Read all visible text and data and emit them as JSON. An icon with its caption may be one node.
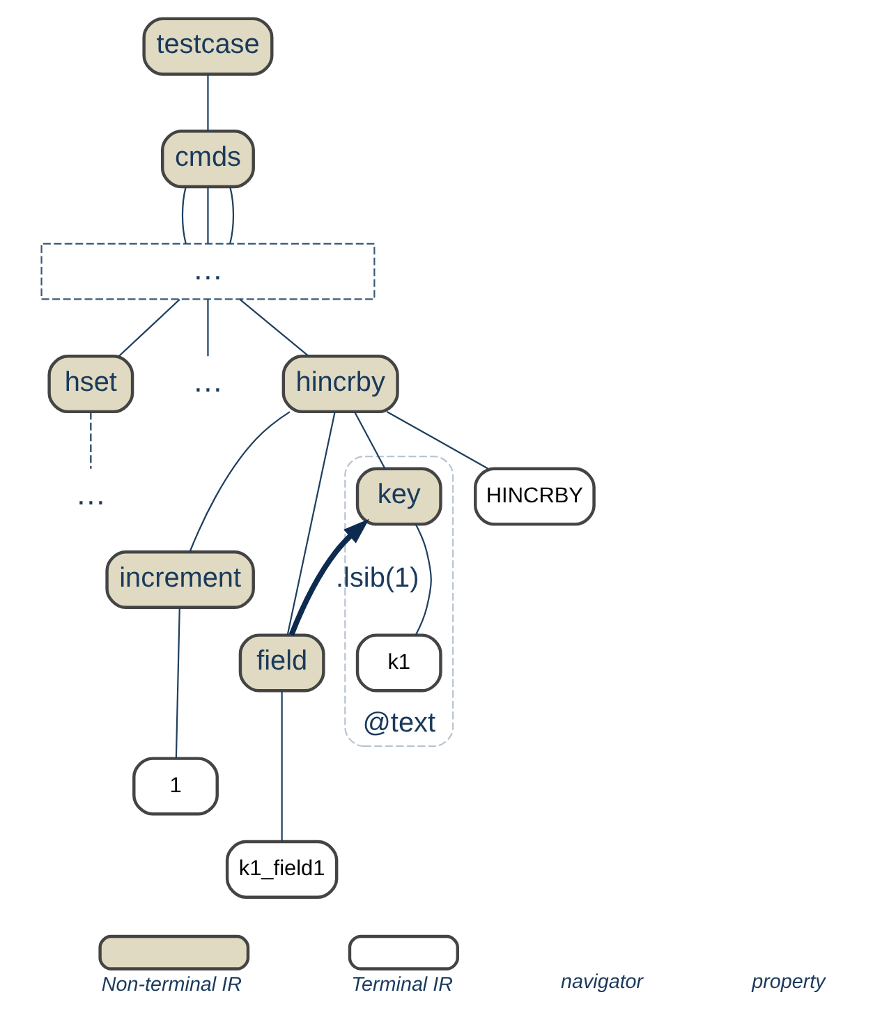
{
  "diagram": {
    "nodes": [
      {
        "text": [
          "testcase"
        ]
      },
      {
        "text": [
          "cmds"
        ]
      },
      {
        "text": [
          "…"
        ]
      },
      {
        "text": [
          "hset"
        ]
      },
      {
        "text": [
          "…"
        ]
      },
      {
        "text": [
          "hincrby"
        ]
      },
      {
        "text": [
          "…"
        ]
      },
      {
        "text": [
          "@text"
        ]
      },
      {
        "text": [
          "HINCRBY"
        ]
      },
      {
        "text": [
          "key"
        ],
        "in": 7
      },
      {
        "text": [
          "field"
        ]
      },
      {
        "text": [
          "increment"
        ]
      },
      {
        "text": [
          "k1"
        ],
        "in": 7
      },
      {
        "text": [
          "k1_field1"
        ]
      },
      {
        "text": [
          "1"
        ]
      }
    ],
    "edges": [
      {
        "from": 0,
        "to": 1,
        "arrow": "none"
      },
      {
        "from": 1,
        "to": 2,
        "arrow": "none"
      },
      {
        "from": 1,
        "to": 2,
        "arrow": "none"
      },
      {
        "from": 1,
        "to": 2,
        "arrow": "none"
      },
      {
        "from": 2,
        "to": 3,
        "arrow": "none"
      },
      {
        "from": 2,
        "to": 4,
        "arrow": "none"
      },
      {
        "from": 2,
        "to": 5,
        "arrow": "none"
      },
      {
        "from": 3,
        "to": 6,
        "arrow": "none",
        "style": "dashed"
      },
      {
        "from": 5,
        "to": 8,
        "arrow": "none"
      },
      {
        "from": 5,
        "to": 9,
        "arrow": "none"
      },
      {
        "from": 5,
        "to": 10,
        "arrow": "none"
      },
      {
        "from": 5,
        "to": 11,
        "arrow": "none"
      },
      {
        "from": 9,
        "to": 12,
        "arrow": "none"
      },
      {
        "from": 10,
        "to": 13,
        "arrow": "none"
      },
      {
        "from": 11,
        "to": 14,
        "arrow": "none"
      },
      {
        "from": 10,
        "to": 9,
        "arrow": "to",
        "label": ".lsib(1)",
        "style": "thick",
        "color": "#0d2b4e"
      }
    ],
    "legend": [
      {
        "text": "Non-terminal IR",
        "color": "#e0dac2"
      },
      {
        "text": "Terminal IR",
        "color": "#ffffff"
      },
      {
        "text": "navigator"
      },
      {
        "text": "property"
      }
    ]
  }
}
